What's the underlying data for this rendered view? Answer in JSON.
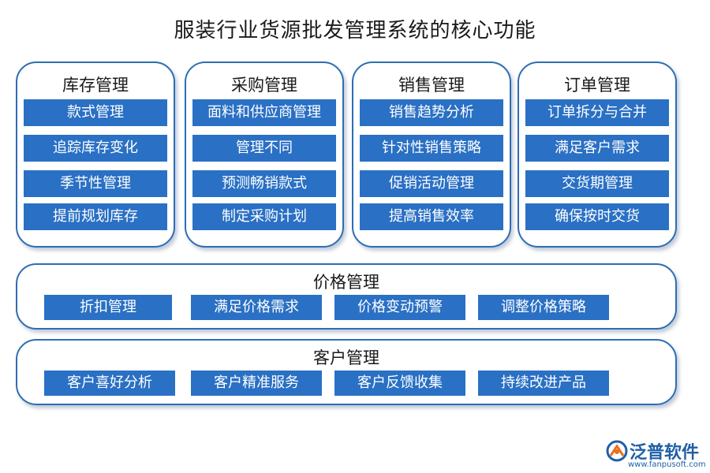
{
  "title": "服装行业货源批发管理系统的核心功能",
  "columns": [
    {
      "heading": "库存管理",
      "items": [
        "款式管理",
        "追踪库存变化",
        "季节性管理",
        "提前规划库存"
      ]
    },
    {
      "heading": "采购管理",
      "items": [
        "面料和供应商管理",
        "管理不同",
        "预测畅销款式",
        "制定采购计划"
      ]
    },
    {
      "heading": "销售管理",
      "items": [
        "销售趋势分析",
        "针对性销售策略",
        "促销活动管理",
        "提高销售效率"
      ]
    },
    {
      "heading": "订单管理",
      "items": [
        "订单拆分与合并",
        "满足客户需求",
        "交货期管理",
        "确保按时交货"
      ]
    }
  ],
  "rows": [
    {
      "heading": "价格管理",
      "items": [
        "折扣管理",
        "满足价格需求",
        "价格变动预警",
        "调整价格策略"
      ]
    },
    {
      "heading": "客户管理",
      "items": [
        "客户喜好分析",
        "客户精准服务",
        "客户反馈收集",
        "持续改进产品"
      ]
    }
  ],
  "logo": {
    "name": "泛普软件",
    "url": "www.fanpusoft.com",
    "icon": "fanpu-logo-icon"
  },
  "colors": {
    "border": "#2e6db3",
    "item_fill": "#2a70c4",
    "item_text": "#ffffff"
  }
}
